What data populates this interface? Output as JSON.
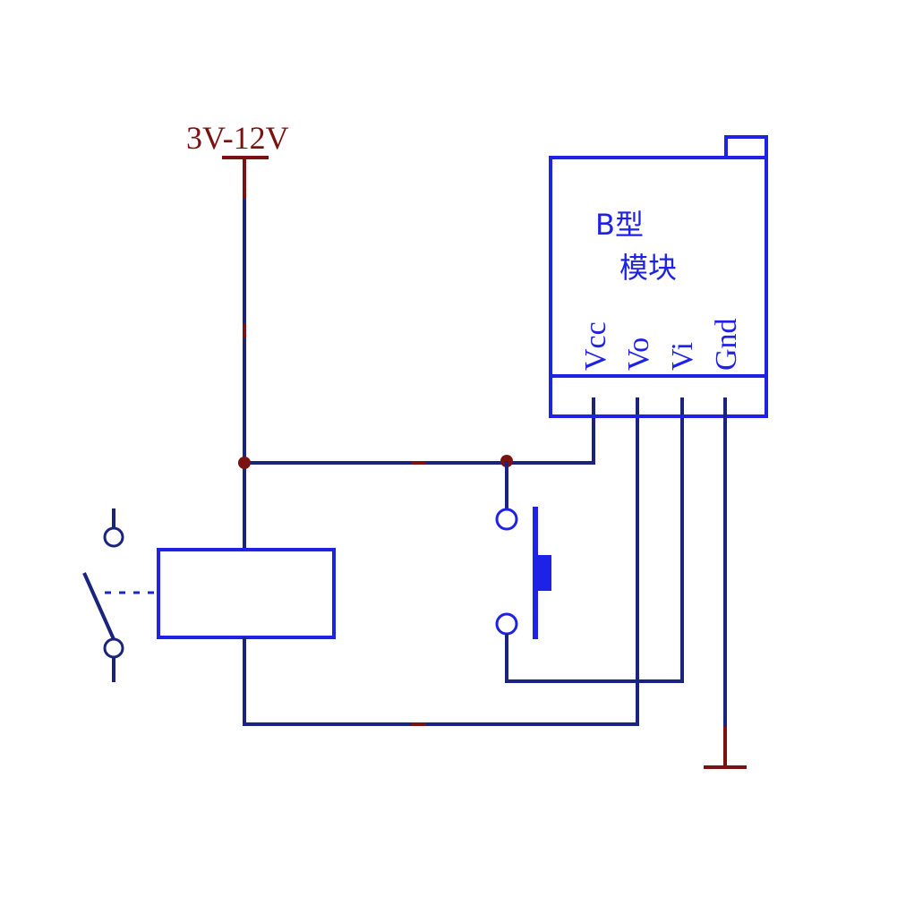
{
  "supply": {
    "label": "3V-12V"
  },
  "module": {
    "title_line1": "B型",
    "title_line2": "模块",
    "pins": [
      "Vcc",
      "Vo",
      "Vi",
      "Gnd"
    ]
  },
  "colors": {
    "wire": "#1a237e",
    "box": "#1e22e6",
    "node": "#7b1111",
    "supply_text": "#7b1111",
    "ground": "#7b1111"
  }
}
